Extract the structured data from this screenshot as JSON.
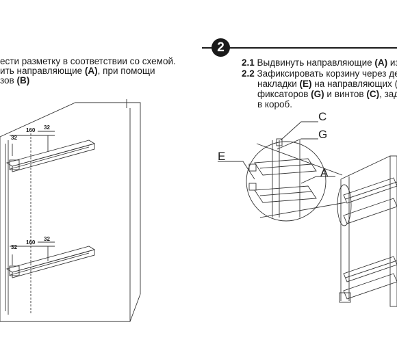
{
  "step1": {
    "line1": "ести разметку в соответствии со схемой.",
    "line2_pre": "ить направляющие ",
    "line2_bold": "(A)",
    "line2_post": ", при помощи",
    "line3_pre": "зов ",
    "line3_bold": "(B)"
  },
  "step2": {
    "number": "2",
    "item1_num": "2.1",
    "item1_pre": " Выдвинуть направляющие ",
    "item1_bold": "(A)",
    "item1_post": " из",
    "item2_num": "2.2",
    "item2_text": " Зафиксировать корзину через де",
    "item2_line2_pre": "накладки ",
    "item2_line2_bold": "(E)",
    "item2_line2_post": " на направляющих (",
    "item2_line3_pre": "фиксаторов ",
    "item2_line3_bold": "(G)",
    "item2_line3_mid": " и винтов ",
    "item2_line3_bold2": "(C)",
    "item2_line3_post": ", зад",
    "item2_line4": "в короб."
  },
  "callouts": {
    "c": "C",
    "g": "G",
    "e": "E",
    "a": "A"
  },
  "dimensions": {
    "upper": {
      "d1": "32",
      "d2": "160",
      "d3": "32"
    },
    "lower": {
      "d1": "32",
      "d2": "160",
      "d3": "32"
    }
  },
  "icons": [
    "cabinet-with-rails-illustration",
    "pull-out-basket-illustration"
  ]
}
